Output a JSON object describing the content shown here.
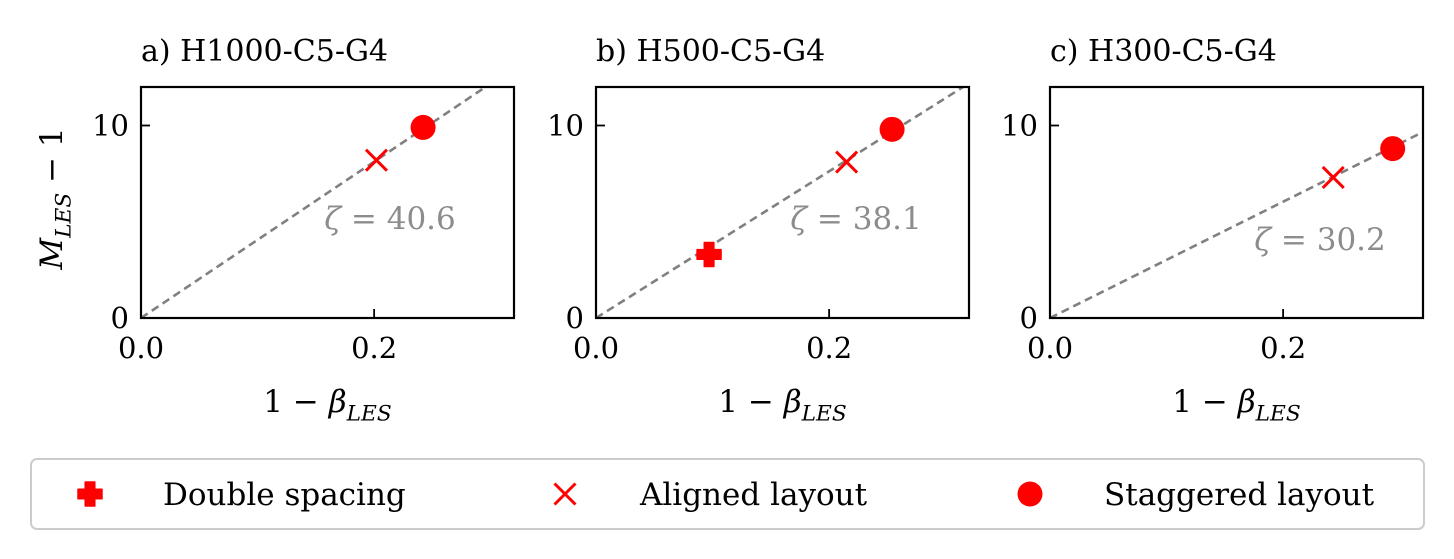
{
  "chart_data": [
    {
      "type": "scatter",
      "title": "a) H1000-C5-G4",
      "xlabel": "1 − β_LES",
      "ylabel": "M_LES − 1",
      "xlim": [
        0,
        0.32
      ],
      "ylim": [
        0,
        12
      ],
      "xticks": [
        0.0,
        0.2
      ],
      "xtick_labels": [
        "0.0",
        "0.2"
      ],
      "yticks": [
        0,
        10
      ],
      "ytick_labels": [
        "0",
        "10"
      ],
      "grid": false,
      "fit_line": {
        "slope": 40.6,
        "style": "dashed",
        "color": "#808080"
      },
      "annotation": "ζ = 40.6",
      "series": [
        {
          "name": "Aligned layout",
          "marker": "x",
          "color": "#ff0000",
          "points": [
            {
              "x": 0.202,
              "y": 8.2
            }
          ]
        },
        {
          "name": "Staggered layout",
          "marker": "circle",
          "color": "#ff0000",
          "points": [
            {
              "x": 0.242,
              "y": 9.9
            }
          ]
        }
      ]
    },
    {
      "type": "scatter",
      "title": "b) H500-C5-G4",
      "xlabel": "1 − β_LES",
      "ylabel": "",
      "xlim": [
        0,
        0.32
      ],
      "ylim": [
        0,
        12
      ],
      "xticks": [
        0.0,
        0.2
      ],
      "xtick_labels": [
        "0.0",
        "0.2"
      ],
      "yticks": [
        0,
        10
      ],
      "ytick_labels": [
        "0",
        "10"
      ],
      "grid": false,
      "fit_line": {
        "slope": 38.1,
        "style": "dashed",
        "color": "#808080"
      },
      "annotation": "ζ = 38.1",
      "series": [
        {
          "name": "Double spacing",
          "marker": "plus-filled",
          "color": "#ff0000",
          "points": [
            {
              "x": 0.097,
              "y": 3.3
            }
          ]
        },
        {
          "name": "Aligned layout",
          "marker": "x",
          "color": "#ff0000",
          "points": [
            {
              "x": 0.215,
              "y": 8.1
            }
          ]
        },
        {
          "name": "Staggered layout",
          "marker": "circle",
          "color": "#ff0000",
          "points": [
            {
              "x": 0.254,
              "y": 9.8
            }
          ]
        }
      ]
    },
    {
      "type": "scatter",
      "title": "c) H300-C5-G4",
      "xlabel": "1 − β_LES",
      "ylabel": "",
      "xlim": [
        0,
        0.32
      ],
      "ylim": [
        0,
        12
      ],
      "xticks": [
        0.0,
        0.2
      ],
      "xtick_labels": [
        "0.0",
        "0.2"
      ],
      "yticks": [
        0,
        10
      ],
      "ytick_labels": [
        "0",
        "10"
      ],
      "grid": false,
      "fit_line": {
        "slope": 30.2,
        "style": "dashed",
        "color": "#808080"
      },
      "annotation": "ζ = 30.2",
      "series": [
        {
          "name": "Aligned layout",
          "marker": "x",
          "color": "#ff0000",
          "points": [
            {
              "x": 0.243,
              "y": 7.3
            }
          ]
        },
        {
          "name": "Staggered layout",
          "marker": "circle",
          "color": "#ff0000",
          "points": [
            {
              "x": 0.294,
              "y": 8.8
            }
          ]
        }
      ]
    }
  ],
  "legend": {
    "placement": "bottom",
    "entries": [
      {
        "label": "Double spacing",
        "marker": "plus-filled",
        "color": "#ff0000"
      },
      {
        "label": "Aligned layout",
        "marker": "x",
        "color": "#ff0000"
      },
      {
        "label": "Staggered layout",
        "marker": "circle",
        "color": "#ff0000"
      }
    ]
  },
  "colors": {
    "marker": "#ff0000",
    "fit_line": "#808080",
    "annotation": "#8c8c8c",
    "axes": "#000000",
    "legend_border": "#cccccc"
  }
}
